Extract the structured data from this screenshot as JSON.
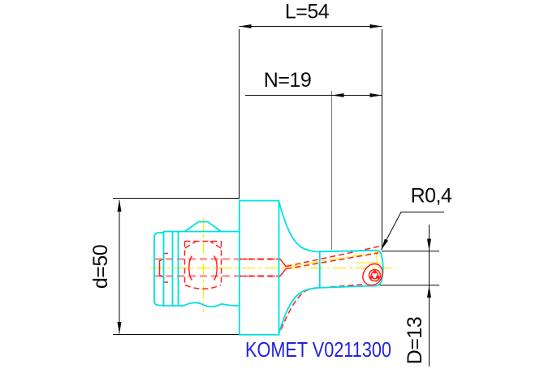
{
  "drawing": {
    "brand_label": "KOMET V0211300",
    "dimensions": {
      "length_total": "L=54",
      "neck_length": "N=19",
      "shank_diameter": "d=50",
      "cutting_diameter": "D=13",
      "corner_radius": "R0,4"
    },
    "colors": {
      "outline": "#00e0e0",
      "hidden": "#ff1f1f",
      "hidden_soft": "#ff9a9a",
      "centerline": "#ffe800",
      "dimension": "#0a0a0a",
      "extension": "#787878",
      "title": "#2323dd",
      "background": "#ffffff"
    }
  }
}
